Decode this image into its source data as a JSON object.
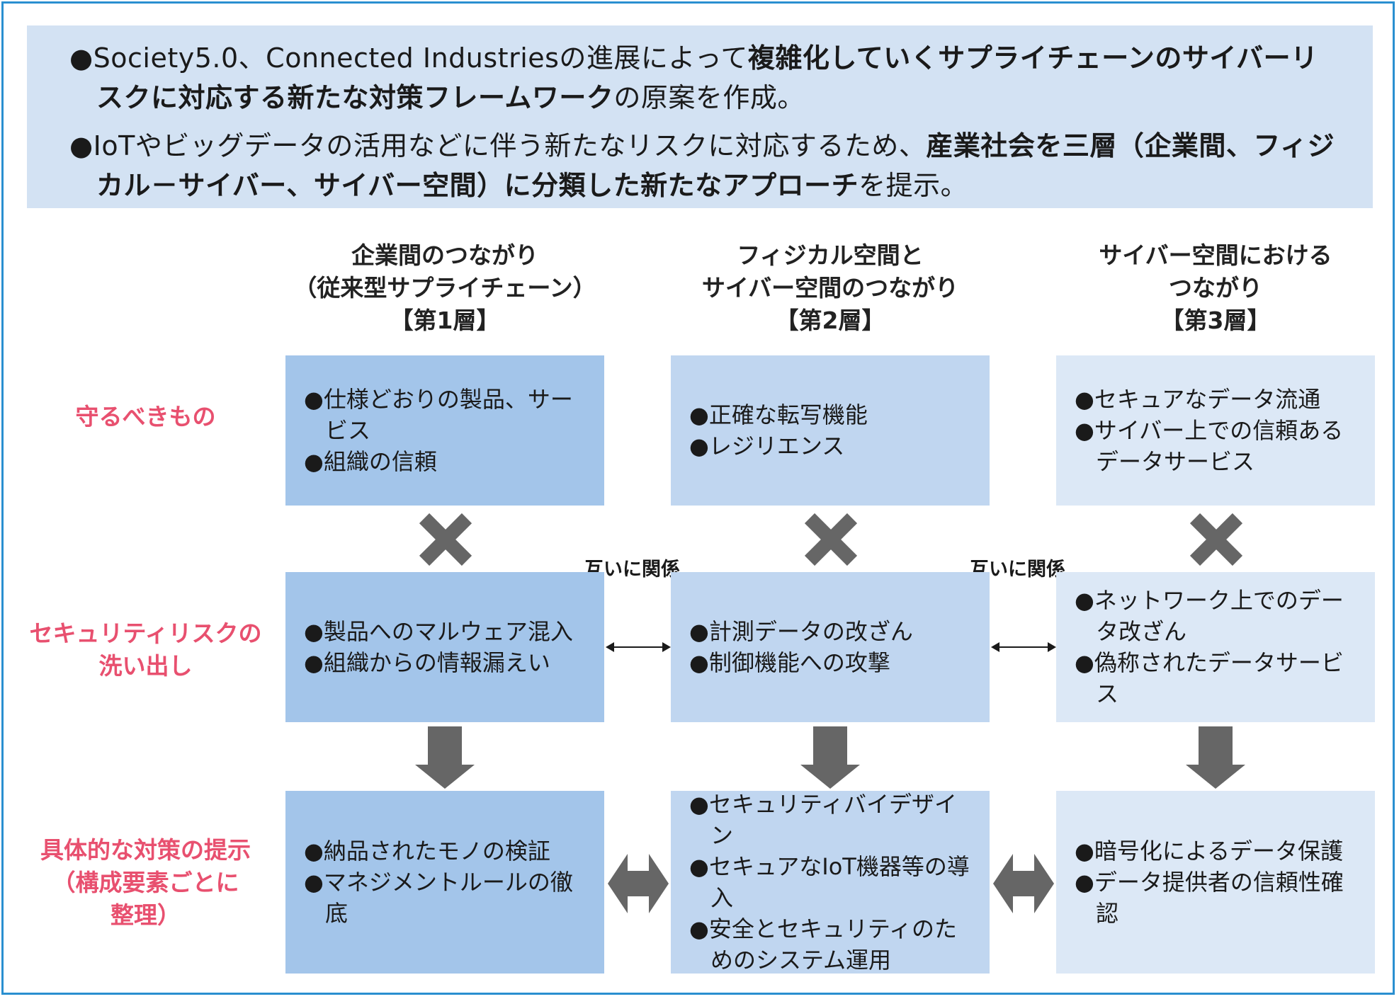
{
  "intro": {
    "bullet1": {
      "part1": "●Society5.0、Connected Industriesの進展によって",
      "bold": "複雑化していくサプライチェーンのサイバーリスクに対応する新たな対策フレームワーク",
      "part2": "の原案を作成。"
    },
    "bullet2": {
      "part1": "●IoTやビッグデータの活用などに伴う新たなリスクに対応するため、",
      "bold": "産業社会を三層（企業間、フィジカル－サイバー、サイバー空間）に分類した新たなアプローチ",
      "part2": "を提示。"
    }
  },
  "columns": [
    {
      "title_line1": "企業間のつながり",
      "title_line2": "（従来型サプライチェーン）",
      "layer": "【第1層】"
    },
    {
      "title_line1": "フィジカル空間と",
      "title_line2": "サイバー空間のつながり",
      "layer": "【第2層】"
    },
    {
      "title_line1": "サイバー空間における",
      "title_line2": "つながり",
      "layer": "【第3層】"
    }
  ],
  "rows": [
    {
      "label_line1": "守るべきもの"
    },
    {
      "label_line1": "セキュリティリスクの",
      "label_line2": "洗い出し"
    },
    {
      "label_line1": "具体的な対策の提示",
      "label_line2": "（構成要素ごとに",
      "label_line3": "整理）"
    }
  ],
  "cells": {
    "r1c1": [
      "●仕様どおりの製品、サービス",
      "●組織の信頼"
    ],
    "r1c2": [
      "●正確な転写機能",
      "●レジリエンス"
    ],
    "r1c3": [
      "●セキュアなデータ流通",
      "●サイバー上での信頼あるデータサービス"
    ],
    "r2c1": [
      "●製品へのマルウェア混入",
      "●組織からの情報漏えい"
    ],
    "r2c2": [
      "●計測データの改ざん",
      "●制御機能への攻撃"
    ],
    "r2c3": [
      "●ネットワーク上でのデータ改ざん",
      "●偽称されたデータサービス"
    ],
    "r3c1": [
      "●納品されたモノの検証",
      "●マネジメントルールの徹底"
    ],
    "r3c2": [
      "●セキュリティバイデザイン",
      "●セキュアなIoT機器等の導入",
      "●安全とセキュリティのためのシステム運用"
    ],
    "r3c3": [
      "●暗号化によるデータ保護",
      "●データ提供者の信頼性確認"
    ]
  },
  "relation_label": "互いに関係",
  "colors": {
    "frame": "#2a8fd0",
    "intro_bg": "#d3e2f3",
    "label": "#e8506f",
    "col1": "#a3c5ea",
    "col2": "#c0d6f0",
    "col3": "#dce8f6",
    "arrow": "#666666"
  }
}
